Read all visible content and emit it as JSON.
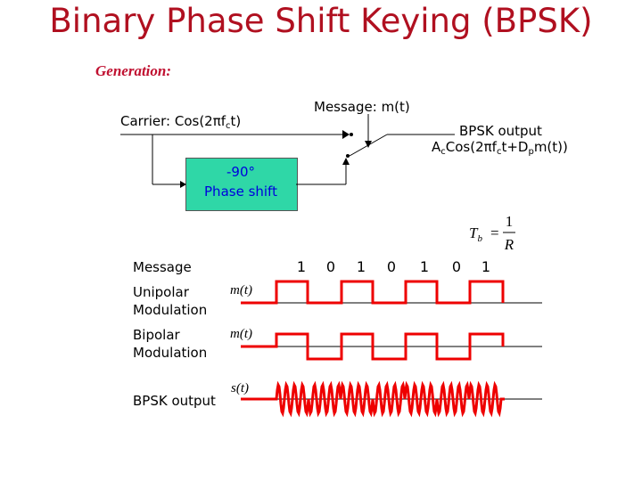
{
  "title": "Binary Phase Shift Keying (BPSK)",
  "generation_label": "Generation:",
  "block_diagram": {
    "carrier": {
      "prefix": "Carrier: Cos(2",
      "pi": "π",
      "f": "f",
      "sub": "c",
      "suffix": "t)"
    },
    "message_label": "Message: m(t)",
    "output_title": "BPSK output",
    "output_formula": {
      "a": "A",
      "a_sub": "c",
      "mid": "Cos(2πf",
      "f_sub": "c",
      "mid2": "t+D",
      "d_sub": "p",
      "tail": "m(t))"
    },
    "phase_box": {
      "line1": "-90°",
      "line2": "Phase shift"
    }
  },
  "tb_formula": {
    "lhs": "T",
    "lhs_sub": "b",
    "eq": "=",
    "num": "1",
    "den": "R"
  },
  "waveforms": {
    "message_label": "Message",
    "bits": [
      "1",
      "0",
      "1",
      "0",
      "1",
      "0",
      "1"
    ],
    "rows": [
      {
        "label": "Unipolar Modulation",
        "signal": "m(t)"
      },
      {
        "label": "Bipolar Modulation",
        "signal": "m(t)"
      },
      {
        "label": "BPSK output",
        "signal": "s(t)"
      }
    ]
  },
  "colors": {
    "title": "#b01020",
    "signal": "#ee0000",
    "phase_box": "#2fd7a7",
    "phase_text": "#0000dd"
  }
}
